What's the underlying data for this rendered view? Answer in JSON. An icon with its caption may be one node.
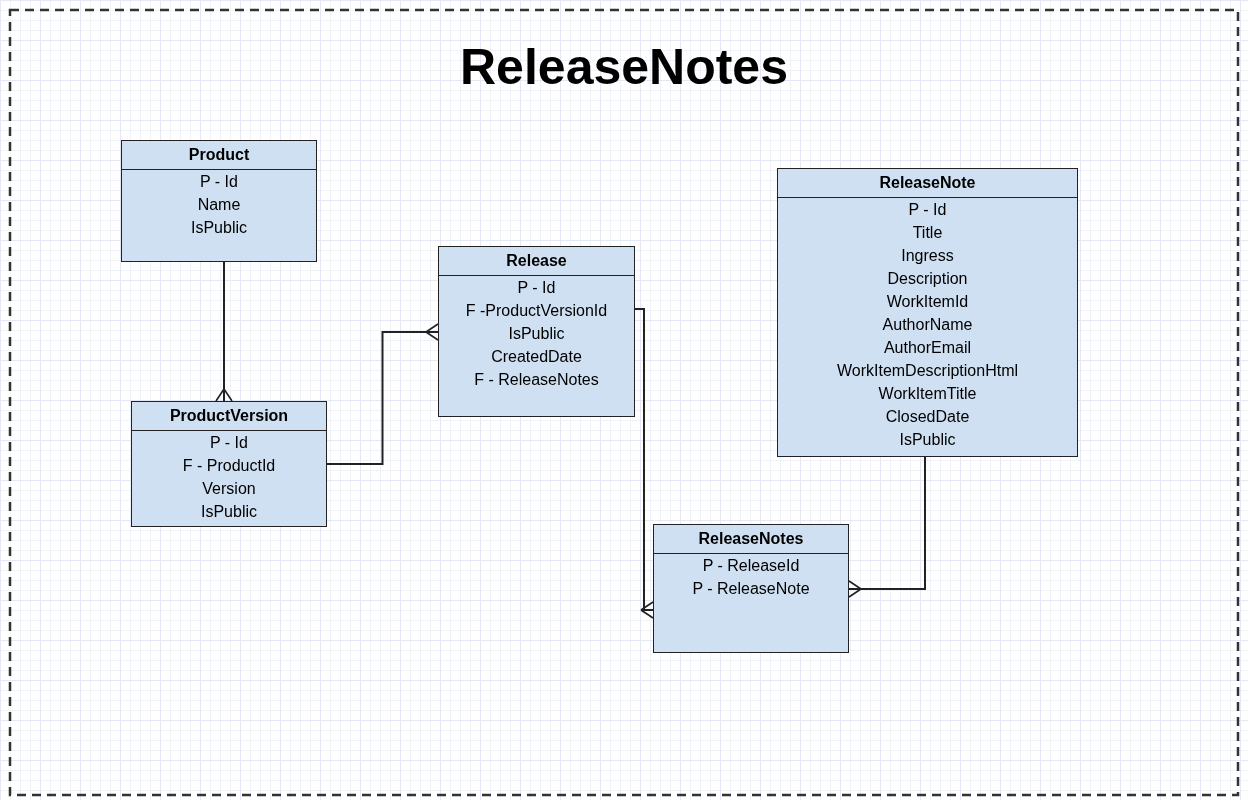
{
  "diagram": {
    "title": "ReleaseNotes",
    "nodes": [
      {
        "text": [
          "Product",
          "P - Id",
          "Name",
          "IsPublic"
        ]
      },
      {
        "text": [
          "ProductVersion",
          "P - Id",
          "F - ProductId",
          "Version",
          "IsPublic"
        ]
      },
      {
        "text": [
          "Release",
          "P - Id",
          "F -ProductVersionId",
          "IsPublic",
          "CreatedDate",
          "F - ReleaseNotes"
        ]
      },
      {
        "text": [
          "ReleaseNote",
          "P - Id",
          "Title",
          "Ingress",
          "Description",
          "WorkItemId",
          "AuthorName",
          "AuthorEmail",
          "WorkItemDescriptionHtml",
          "WorkItemTitle",
          "ClosedDate",
          "IsPublic"
        ]
      },
      {
        "text": [
          "ReleaseNotes",
          "P - ReleaseId",
          "P - ReleaseNote"
        ]
      }
    ],
    "edges": [
      {
        "from": 0,
        "to": 1,
        "arrow": "other"
      },
      {
        "from": 1,
        "to": 2,
        "arrow": "other"
      },
      {
        "from": 2,
        "to": 4,
        "arrow": "other"
      },
      {
        "from": 3,
        "to": 4,
        "arrow": "other"
      }
    ]
  }
}
